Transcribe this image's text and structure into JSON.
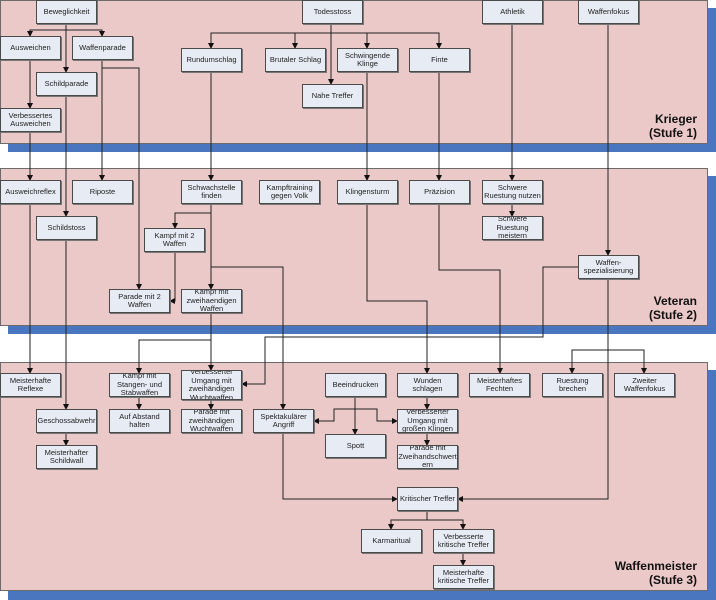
{
  "colors": {
    "panel": "#ecc9c9",
    "shadow": "#4a76c0",
    "node": "#e6ebf4"
  },
  "panels": [
    {
      "id": "p1",
      "label": "Krieger\n(Stufe 1)"
    },
    {
      "id": "p2",
      "label": "Veteran\n(Stufe 2)"
    },
    {
      "id": "p3",
      "label": "Waffenmeister\n(Stufe 3)"
    }
  ],
  "nodes": [
    {
      "id": "beweglichkeit",
      "label": "Beweglichkeit"
    },
    {
      "id": "ausweichen",
      "label": "Ausweichen"
    },
    {
      "id": "waffenparade",
      "label": "Waffenparade"
    },
    {
      "id": "schildparade",
      "label": "Schildparade"
    },
    {
      "id": "verb_ausweichen",
      "label": "Verbessertes\nAusweichen"
    },
    {
      "id": "todesstoss",
      "label": "Todesstoss"
    },
    {
      "id": "rundumschlag",
      "label": "Rundumschlag"
    },
    {
      "id": "brutaler_schlag",
      "label": "Brutaler Schlag"
    },
    {
      "id": "schwingende_klinge",
      "label": "Schwingende\nKlinge"
    },
    {
      "id": "finte",
      "label": "Finte"
    },
    {
      "id": "nahe_treffer",
      "label": "Nahe Treffer"
    },
    {
      "id": "athletik",
      "label": "Athletik"
    },
    {
      "id": "waffenfokus",
      "label": "Waffenfokus"
    },
    {
      "id": "ausweichreflex",
      "label": "Ausweichreflex"
    },
    {
      "id": "riposte",
      "label": "Riposte"
    },
    {
      "id": "schwachstelle",
      "label": "Schwachstelle\nfinden"
    },
    {
      "id": "kampftraining",
      "label": "Kampftraining\ngegen Volk"
    },
    {
      "id": "klingensturm",
      "label": "Klingensturm"
    },
    {
      "id": "praezision",
      "label": "Präzision"
    },
    {
      "id": "schwere_nutzen",
      "label": "Schwere\nRuestung nutzen"
    },
    {
      "id": "schwere_meistern",
      "label": "Schwere\nRuestung\nmeistern"
    },
    {
      "id": "schildstoss",
      "label": "Schildstoss"
    },
    {
      "id": "kampf_2_waffen",
      "label": "Kampf mit 2\nWaffen"
    },
    {
      "id": "waffenspez",
      "label": "Waffen-\nspezialisierung"
    },
    {
      "id": "parade_2_waffen",
      "label": "Parade mit 2\nWaffen"
    },
    {
      "id": "kampf_zweih",
      "label": "Kampf mit\nzweihaendigen\nWaffen"
    },
    {
      "id": "meist_reflexe",
      "label": "Meisterhafte\nReflexe"
    },
    {
      "id": "stangen",
      "label": "Kampf mit\nStangen- und\nStabwaffen"
    },
    {
      "id": "verb_wucht",
      "label": "Verbesserter\nUmgang mit\nzweihändigen\nWuchtwaffen"
    },
    {
      "id": "beeindrucken",
      "label": "Beeindrucken"
    },
    {
      "id": "wunden",
      "label": "Wunden\nschlagen"
    },
    {
      "id": "meist_fechten",
      "label": "Meisterhaftes\nFechten"
    },
    {
      "id": "ruestung_brechen",
      "label": "Ruestung\nbrechen"
    },
    {
      "id": "zweiter_fokus",
      "label": "Zweiter\nWaffenfokus"
    },
    {
      "id": "geschossabwehr",
      "label": "Geschossabwehr"
    },
    {
      "id": "abstand",
      "label": "Auf Abstand\nhalten"
    },
    {
      "id": "parade_wucht",
      "label": "Parade mit\nzweihändigen\nWuchtwaffen"
    },
    {
      "id": "spektakulaer",
      "label": "Spektakulärer\nAngriff"
    },
    {
      "id": "verb_klingen",
      "label": "Verbesserter\nUmgang mit\ngroßen Klingen"
    },
    {
      "id": "spott",
      "label": "Spott"
    },
    {
      "id": "schildwall",
      "label": "Meisterhafter\nSchildwall"
    },
    {
      "id": "parade_zweihand",
      "label": "Parade mit\nZweihandschwert\nern"
    },
    {
      "id": "kritisch",
      "label": "Kritischer Treffer"
    },
    {
      "id": "karmaritual",
      "label": "Karmaritual"
    },
    {
      "id": "verb_kritisch",
      "label": "Verbesserte\nkritische Treffer"
    },
    {
      "id": "meist_kritisch",
      "label": "Meisterhafte\nkritische Treffer"
    }
  ]
}
